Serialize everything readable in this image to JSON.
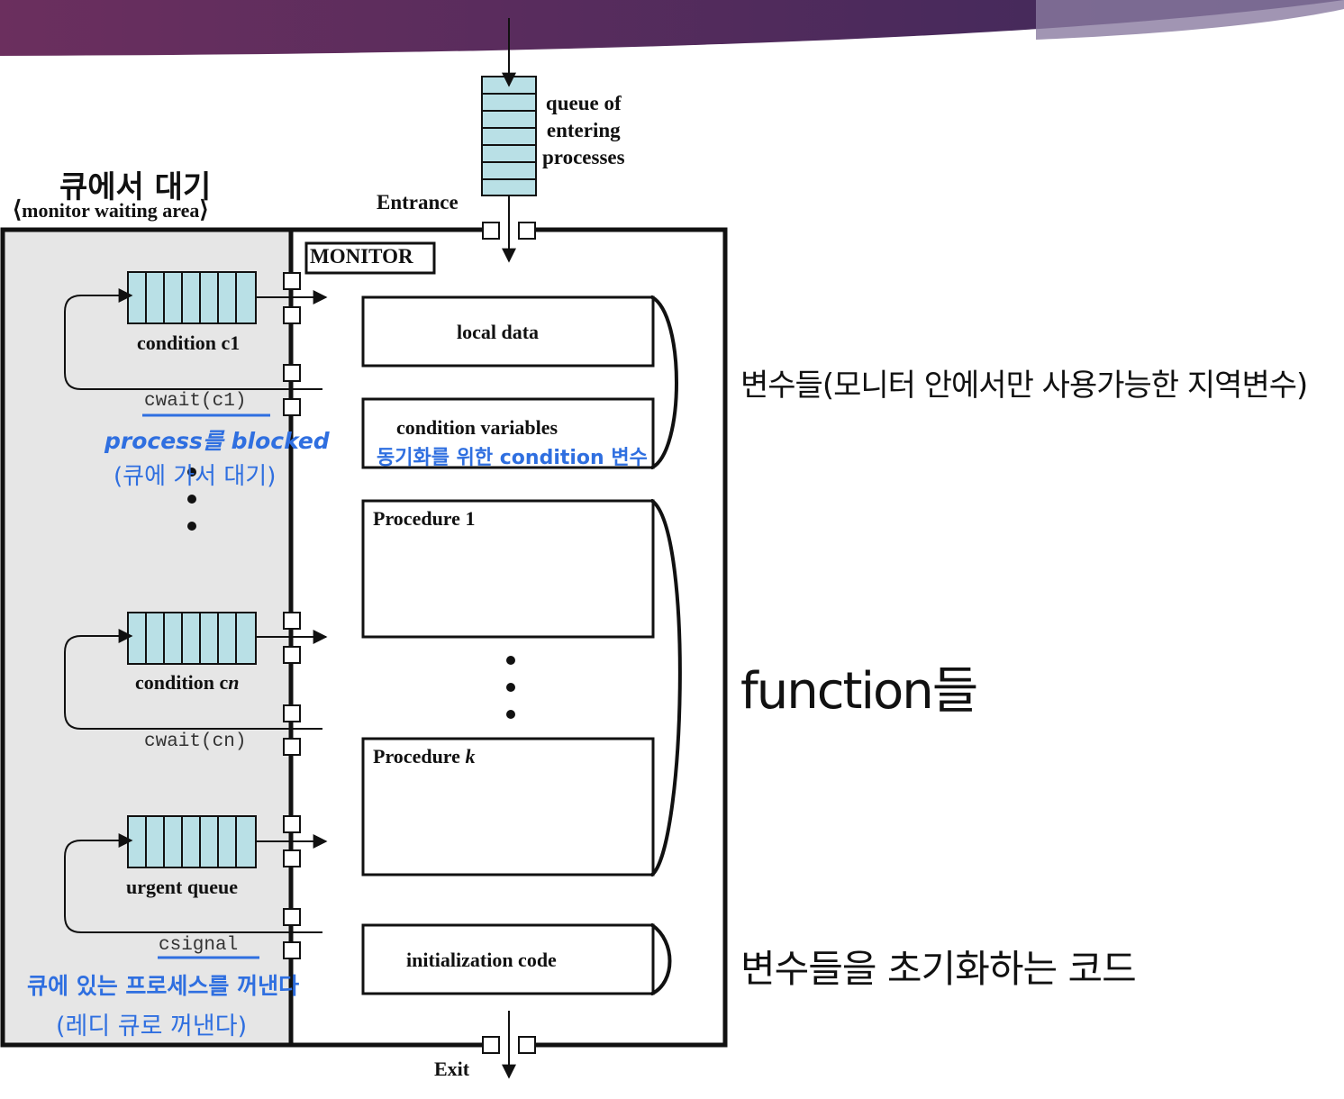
{
  "entry_queue": {
    "label": "queue of entering processes",
    "lines": [
      "queue of",
      "entering",
      "processes"
    ]
  },
  "entrance_label": "Entrance",
  "exit_label": "Exit",
  "waiting_area": {
    "korean_title": "큐에서 대기",
    "label": "monitor waiting area"
  },
  "monitor_label": "MONITOR",
  "conditions": [
    {
      "label_bold": "condition c",
      "label_ital": "1",
      "wait_call": "cwait(c1)"
    },
    {
      "label_bold": "condition c",
      "label_ital": "n",
      "wait_call": "cwait(cn)"
    }
  ],
  "urgent": {
    "label": "urgent queue",
    "signal_call": "csignal"
  },
  "annotations_blue": {
    "cwait_note_1": "process를 blocked",
    "cwait_note_2": "(큐에 가서 대기)",
    "cond_var_note": "동기화를 위한 condition 변수",
    "csignal_note_1": "큐에 있는 프로세스를 꺼낸다",
    "csignal_note_2": "(레디 큐로 꺼낸다)"
  },
  "monitor_boxes": {
    "local_data": "local data",
    "condition_variables": "condition variables",
    "procedure_1": "Procedure 1",
    "procedure_k_prefix": "Procedure ",
    "procedure_k_var": "k",
    "init_code": "initialization code"
  },
  "side_notes": {
    "variables": "변수들(모니터 안에서만 사용가능한 지역변수)",
    "functions": "function들",
    "init": "변수들을 초기화하는 코드"
  },
  "colors": {
    "banner": "#5a2d5e",
    "queue_fill": "#b9e0e6",
    "waiting_bg": "#e6e6e6",
    "annotation_blue": "#2f6fe0"
  }
}
